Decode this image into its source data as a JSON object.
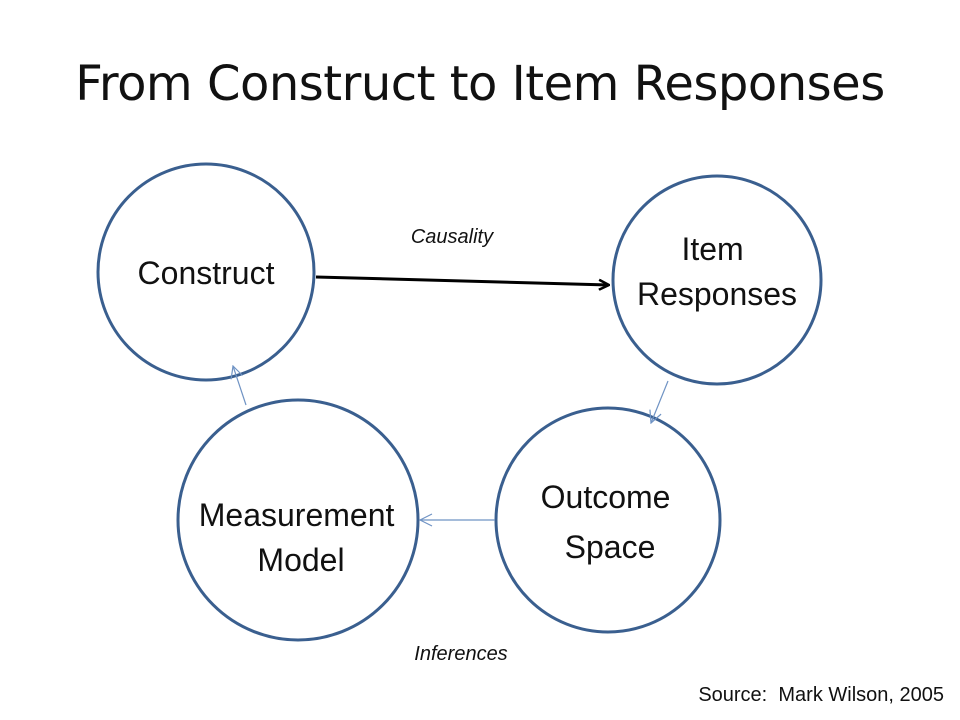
{
  "title": "From Construct to Item Responses",
  "nodes": {
    "construct": {
      "lines": [
        "Construct"
      ]
    },
    "item_responses": {
      "lines": [
        "Item",
        "Responses"
      ]
    },
    "outcome_space": {
      "lines": [
        "Outcome",
        "Space"
      ]
    },
    "measurement_model": {
      "lines": [
        "Measurement",
        "Model"
      ]
    }
  },
  "edges": {
    "causality_label": "Causality",
    "inferences_label": "Inferences"
  },
  "source_label": "Source:",
  "source_author": "Mark Wilson, 2005",
  "colors": {
    "circle_stroke": "#3a5f8f",
    "thin_arrow": "#6f93c4",
    "thick_arrow": "#000000"
  }
}
